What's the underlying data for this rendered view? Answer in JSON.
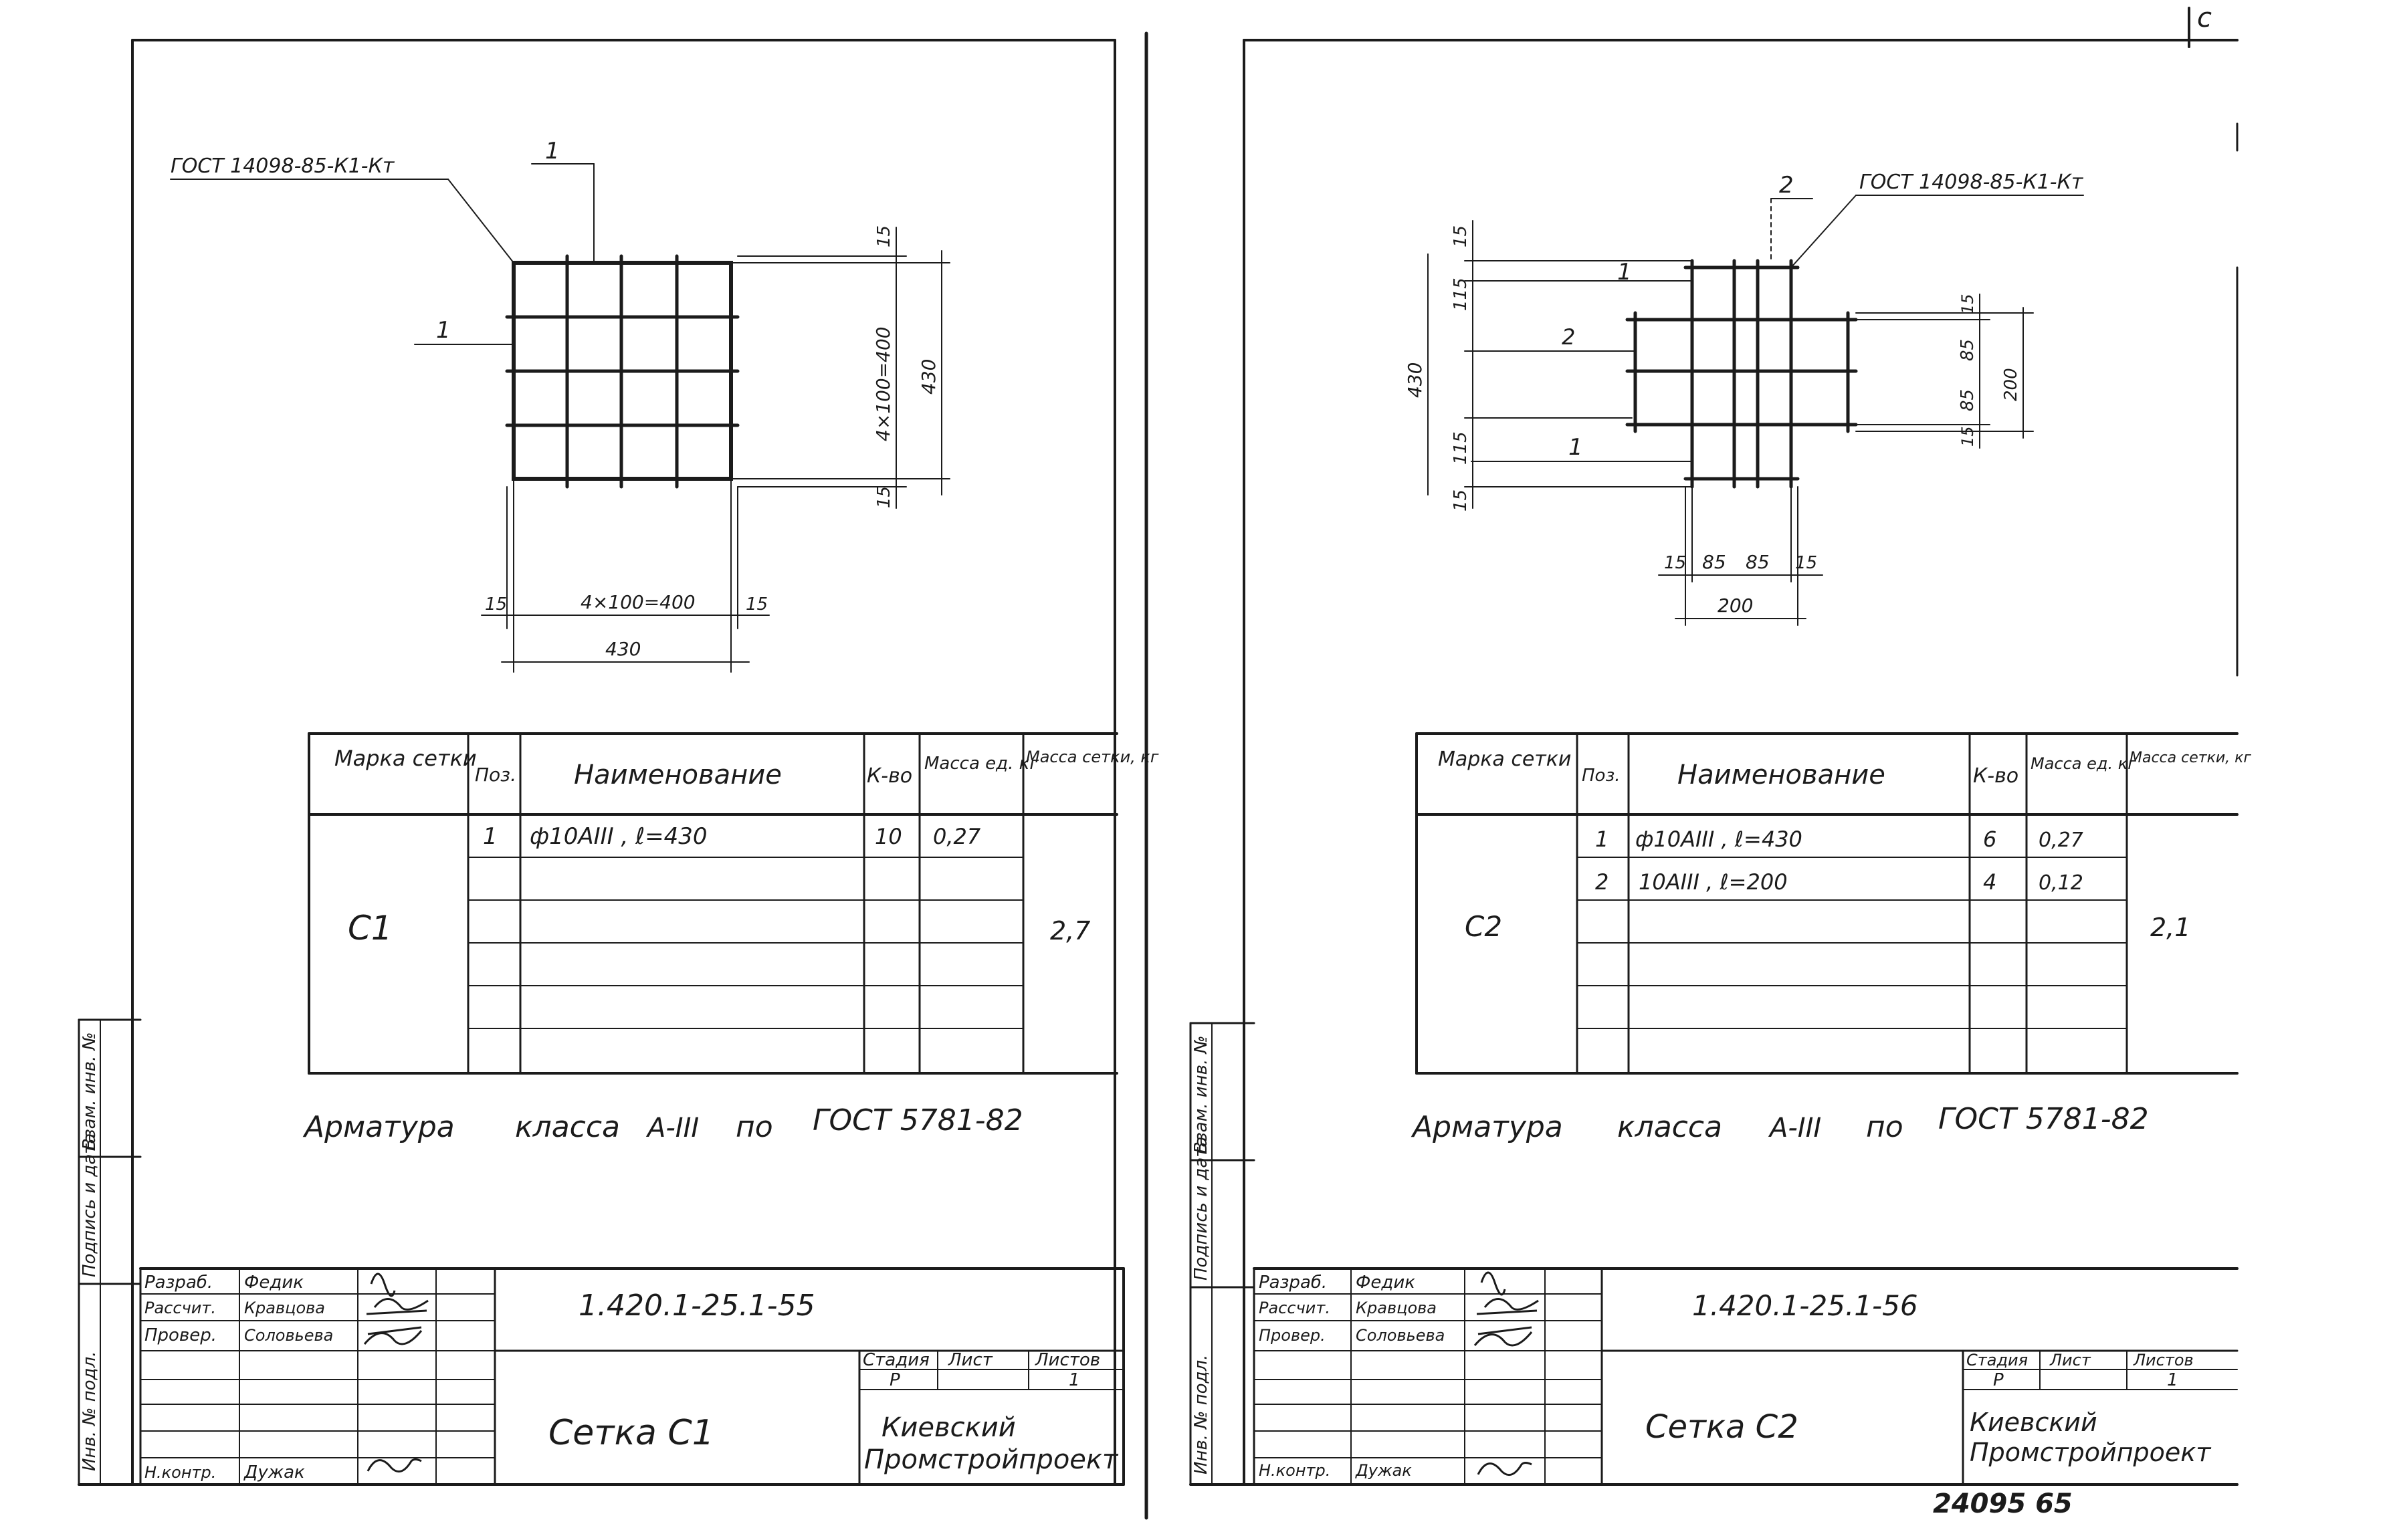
{
  "corner_mark": "с",
  "bottom_stamp": "24095 65",
  "sheets": [
    {
      "drawing": {
        "gost_ref": "ГОСТ 14098-85-К1-Кт",
        "pos_1_top": "1",
        "pos_1_left": "1",
        "dim_vertical_top": "15",
        "dim_vertical_span": "4×100=400",
        "dim_vertical_total": "430",
        "dim_vertical_bottom": "15",
        "dim_h_left": "15",
        "dim_h_span": "4×100=400",
        "dim_h_right": "15",
        "dim_h_total": "430"
      },
      "spec_table": {
        "headers": {
          "mark": "Марка сетки",
          "pos": "Поз.",
          "name": "Наименование",
          "qty": "К-во",
          "unit_mass": "Масса ед. кг",
          "mesh_mass": "Масса сетки, кг"
        },
        "mark": "С1",
        "mesh_mass": "2,7",
        "rows": [
          {
            "pos": "1",
            "name": "ф10АIII ,   ℓ=430",
            "qty": "10",
            "unit_mass": "0,27"
          }
        ]
      },
      "note": {
        "w1": "Арматура",
        "w2": "класса",
        "w3": "А-III",
        "w4": "по",
        "w5": "ГОСТ 5781-82"
      },
      "side_labels": {
        "inv": "Инв. № подл.",
        "sign_date": "Подпись и дата",
        "vzam": "Взам. инв. №"
      },
      "title_block": {
        "designation": "1.420.1-25.1-55",
        "people": [
          {
            "role": "Разраб.",
            "name": "Федик"
          },
          {
            "role": "Рассчит.",
            "name": "Кравцова"
          },
          {
            "role": "Провер.",
            "name": "Соловьева"
          },
          {
            "role": "Н.контр.",
            "name": "Дужак"
          }
        ],
        "stage_header": "Стадия",
        "sheet_header": "Лист",
        "sheets_header": "Листов",
        "stage": "Р",
        "sheets_count": "1",
        "title": "Сетка   С1",
        "org_line1": "Киевский",
        "org_line2": "Промстройпроект"
      }
    },
    {
      "drawing": {
        "gost_ref": "ГОСТ 14098-85-К1-Кт",
        "pos_2_top": "2",
        "pos_1_a": "1",
        "pos_2_mid": "2",
        "pos_1_b": "1",
        "dim_v_15_top": "15",
        "dim_v_115_top": "115",
        "dim_v_430": "430",
        "dim_v_115_bot": "115",
        "dim_v_15_bot": "15",
        "dim_r_15_top": "15",
        "dim_r_85_a": "85",
        "dim_r_85_b": "85",
        "dim_r_15_bot": "15",
        "dim_r_200": "200",
        "dim_b_15_l": "15",
        "dim_b_85_a": "85",
        "dim_b_85_b": "85",
        "dim_b_15_r": "15",
        "dim_b_200": "200"
      },
      "spec_table": {
        "headers": {
          "mark": "Марка сетки",
          "pos": "Поз.",
          "name": "Наименование",
          "qty": "К-во",
          "unit_mass": "Масса ед. кг",
          "mesh_mass": "Масса сетки, кг"
        },
        "mark": "С2",
        "mesh_mass": "2,1",
        "rows": [
          {
            "pos": "1",
            "name": "ф10АIII ,   ℓ=430",
            "qty": "6",
            "unit_mass": "0,27"
          },
          {
            "pos": "2",
            "name": "10АIII ,   ℓ=200",
            "qty": "4",
            "unit_mass": "0,12"
          }
        ]
      },
      "note": {
        "w1": "Арматура",
        "w2": "класса",
        "w3": "А-III",
        "w4": "по",
        "w5": "ГОСТ 5781-82"
      },
      "side_labels": {
        "inv": "Инв. № подл.",
        "sign_date": "Подпись и дата",
        "vzam": "Взам. инв. №"
      },
      "title_block": {
        "designation": "1.420.1-25.1-56",
        "people": [
          {
            "role": "Разраб.",
            "name": "Федик"
          },
          {
            "role": "Рассчит.",
            "name": "Кравцова"
          },
          {
            "role": "Провер.",
            "name": "Соловьева"
          },
          {
            "role": "Н.контр.",
            "name": "Дужак"
          }
        ],
        "stage_header": "Стадия",
        "sheet_header": "Лист",
        "sheets_header": "Листов",
        "stage": "Р",
        "sheets_count": "1",
        "title": "Сетка   С2",
        "org_line1": "Киевский",
        "org_line2": "Промстройпроект"
      }
    }
  ]
}
